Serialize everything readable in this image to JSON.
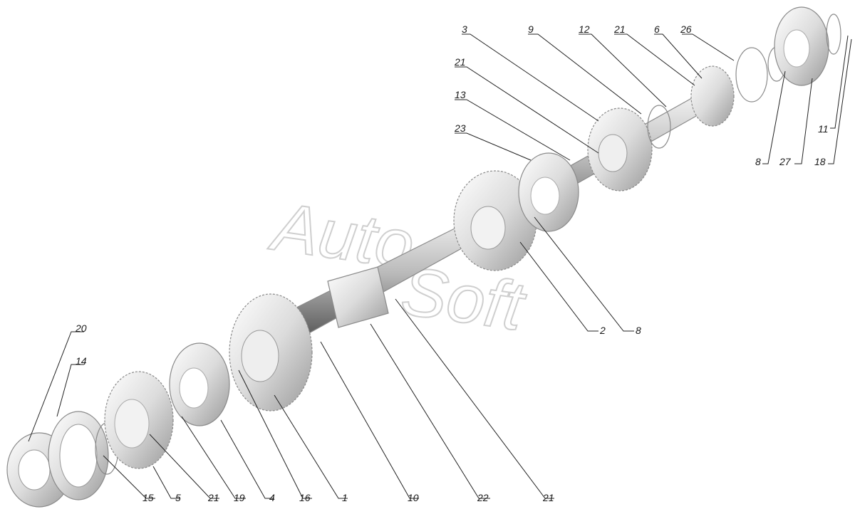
{
  "watermark": {
    "word1": "Auto",
    "word2": "Soft"
  },
  "callouts": {
    "top_3": "3",
    "top_9": "9",
    "top_12": "12",
    "top_21": "21",
    "top_6": "6",
    "top_26": "26",
    "left_21": "21",
    "left_13": "13",
    "left_23": "23",
    "right_11": "11",
    "right_8": "8",
    "right_27": "27",
    "right_18": "18",
    "mid_2": "2",
    "mid_8": "8",
    "left_20": "20",
    "left_14": "14",
    "bot_15": "15",
    "bot_5": "5",
    "bot_21a": "21",
    "bot_19": "19",
    "bot_4": "4",
    "bot_16": "16",
    "bot_1": "1",
    "bot_10": "10",
    "bot_22": "22",
    "bot_21b": "21"
  }
}
